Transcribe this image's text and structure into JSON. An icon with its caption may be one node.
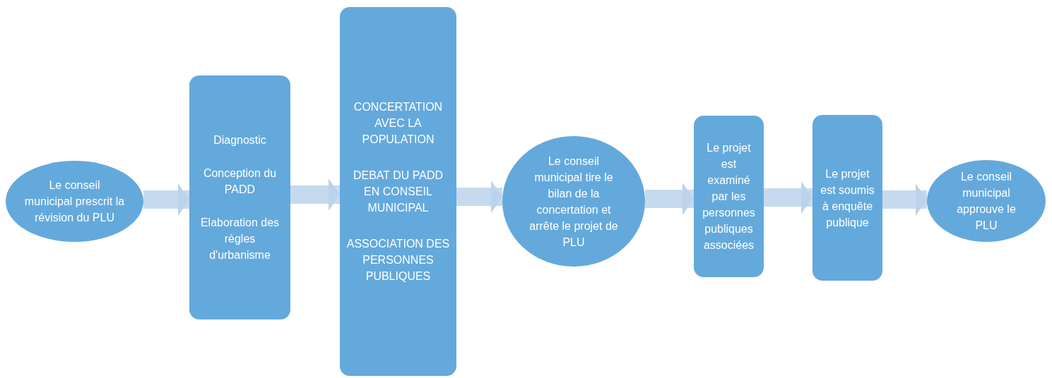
{
  "diagram": {
    "nodes": [
      {
        "text": [
          "Le conseil municipal prescrit la révision du PLU"
        ]
      },
      {
        "text": [
          "Diagnostic",
          "Conception du PADD",
          "Elaboration des règles d'urbanisme"
        ]
      },
      {
        "text": [
          "CONCERTATION AVEC LA POPULATION",
          "DEBAT DU PADD EN CONSEIL MUNICIPAL",
          "ASSOCIATION DES PERSONNES PUBLIQUES"
        ]
      },
      {
        "text": [
          "Le conseil municipal tire le bilan de la concertation et arrête le projet de PLU"
        ]
      },
      {
        "text": [
          "Le projet est examiné par les personnes publiques associées"
        ]
      },
      {
        "text": [
          "Le projet est soumis à enquête publique"
        ]
      },
      {
        "text": [
          "Le conseil municipal approuve le PLU"
        ]
      }
    ],
    "edges": [
      {
        "from": 0,
        "to": 1,
        "arrow": "to"
      },
      {
        "from": 1,
        "to": 2,
        "arrow": "to"
      },
      {
        "from": 2,
        "to": 3,
        "arrow": "to"
      },
      {
        "from": 3,
        "to": 4,
        "arrow": "to"
      },
      {
        "from": 4,
        "to": 5,
        "arrow": "to"
      },
      {
        "from": 5,
        "to": 6,
        "arrow": "to"
      }
    ]
  }
}
